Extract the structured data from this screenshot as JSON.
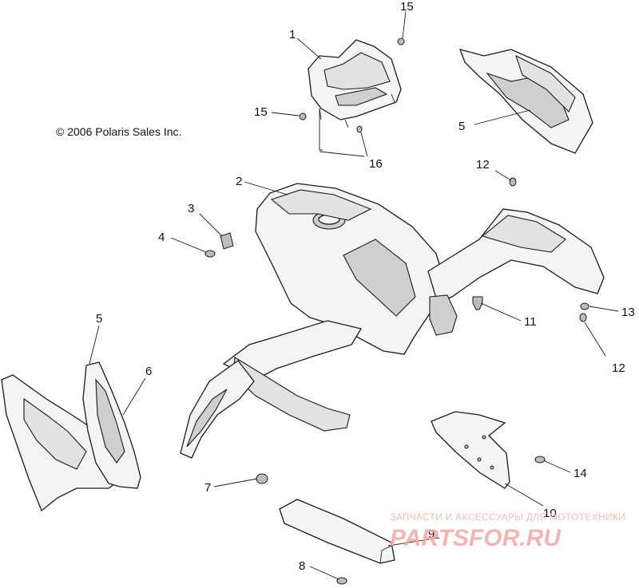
{
  "copyright": "© 2006 Polaris Sales Inc.",
  "callouts": {
    "c1": "1",
    "c2": "2",
    "c3": "3",
    "c4": "4",
    "c5a": "5",
    "c5b": "5",
    "c6": "6",
    "c7": "7",
    "c8": "8",
    "c9": "9",
    "c10": "10",
    "c11": "11",
    "c12a": "12",
    "c12b": "12",
    "c13": "13",
    "c14": "14",
    "c15a": "15",
    "c15b": "15",
    "c16": "16"
  },
  "watermark": {
    "caption": "ЗАПЧАСТИ И АКСЕССУАРЫ ДЛЯ МОТОТЕХНИКИ",
    "brand": "PARTSFOR.RU"
  },
  "colors": {
    "line": "#1a1a1a",
    "watermark": "#f3a8a8"
  }
}
